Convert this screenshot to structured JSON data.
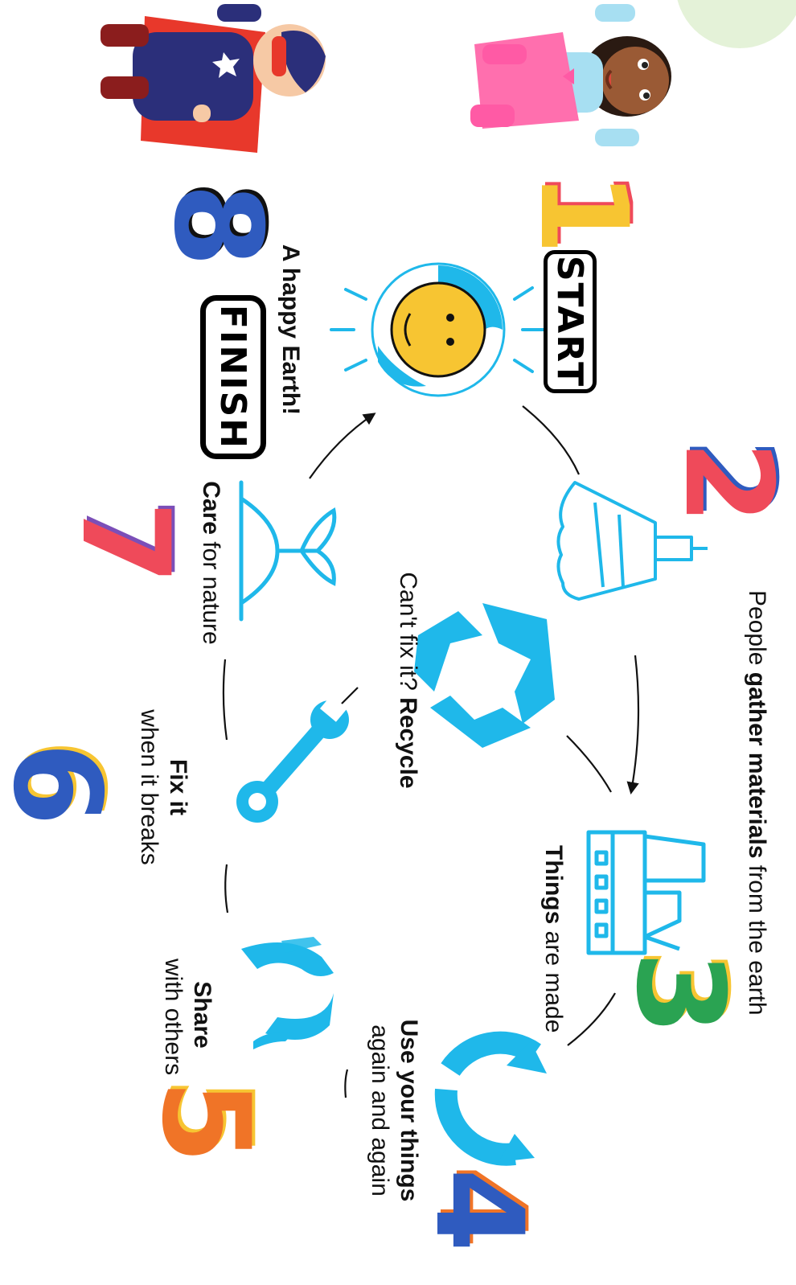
{
  "colors": {
    "icon_blue": "#1fb8ea",
    "num1": "#f7c532",
    "num2": "#ef4a5a",
    "num3": "#2aa352",
    "num4": "#2f5bbf",
    "num5": "#f07427",
    "num6": "#2f5bbf",
    "num7": "#ef4a5a",
    "num8": "#2f5bbf"
  },
  "start_label": "START",
  "finish_label": "FINISH",
  "center": {
    "prefix": "Can't fix it?",
    "bold": "Recycle",
    "icon": "recycle-icon"
  },
  "steps": [
    {
      "number": "1",
      "icon": "smiling-earth-icon"
    },
    {
      "number": "2",
      "pre": "People ",
      "bold": "gather materials",
      "post": " from the earth",
      "icon": "pickaxe-dress-icon"
    },
    {
      "number": "3",
      "bold": "Things",
      "post": " are made",
      "icon": "factory-icon"
    },
    {
      "number": "4",
      "bold": "Use your things",
      "post": "again and again",
      "icon": "reuse-arrows-icon"
    },
    {
      "number": "5",
      "bold": "Share",
      "post": "with others",
      "icon": "sharing-hands-icon"
    },
    {
      "number": "6",
      "bold": "Fix it",
      "post": "when it breaks",
      "icon": "wrench-icon"
    },
    {
      "number": "7",
      "bold": "Care",
      "post": " for nature",
      "icon": "sprout-icon"
    },
    {
      "number": "8",
      "bold": "A happy Earth!",
      "icon": "happy-earth-icon"
    }
  ],
  "characters": [
    "superhero-girl",
    "superhero-boy"
  ]
}
